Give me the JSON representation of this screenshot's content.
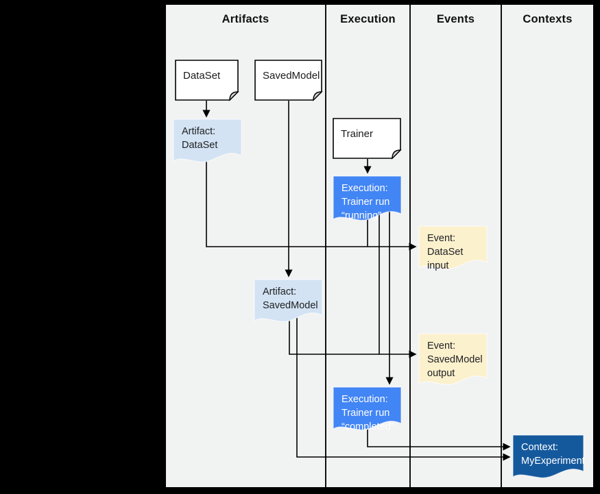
{
  "columns": {
    "artifacts": "Artifacts",
    "execution": "Execution",
    "events": "Events",
    "contexts": "Contexts"
  },
  "nodes": {
    "dataset": {
      "label": "DataSet",
      "kind": "note-card"
    },
    "savedmodel": {
      "label": "SavedModel",
      "kind": "note-card"
    },
    "trainer": {
      "label": "Trainer",
      "kind": "note-card"
    },
    "artifact_dataset": {
      "label": "Artifact:\nDataSet",
      "kind": "artifact"
    },
    "exec_running": {
      "label": "Execution:\nTrainer run\n“running”",
      "kind": "execution"
    },
    "event_dataset_input": {
      "label": "Event:\nDataSet input",
      "kind": "event"
    },
    "artifact_savedmodel": {
      "label": "Artifact:\nSavedModel",
      "kind": "artifact"
    },
    "event_savedmodel_output": {
      "label": "Event:\nSavedModel\noutput",
      "kind": "event"
    },
    "exec_completed": {
      "label": "Execution:\nTrainer run\n“completed”",
      "kind": "execution"
    },
    "context_myexperiment": {
      "label": "Context:\nMyExperiment",
      "kind": "context"
    }
  },
  "edges": [
    {
      "from": "dataset",
      "to": "artifact_dataset"
    },
    {
      "from": "trainer",
      "to": "exec_running"
    },
    {
      "from": "savedmodel",
      "to": "artifact_savedmodel"
    },
    {
      "from": "artifact_dataset",
      "to": "event_dataset_input"
    },
    {
      "from": "exec_running",
      "to": "event_dataset_input"
    },
    {
      "from": "exec_running",
      "to": "event_savedmodel_output"
    },
    {
      "from": "exec_running",
      "to": "exec_completed"
    },
    {
      "from": "artifact_savedmodel",
      "to": "event_savedmodel_output"
    },
    {
      "from": "artifact_savedmodel",
      "to": "context_myexperiment"
    },
    {
      "from": "exec_completed",
      "to": "context_myexperiment"
    }
  ],
  "colors": {
    "page_bg": "#000000",
    "canvas_bg": "#f1f2f2",
    "note_fill": "#ffffff",
    "note_fold": "#d8d8d8",
    "artifact": "#d3e3f3",
    "execution": "#4285f4",
    "event": "#fcf1cd",
    "context": "#15599d",
    "line": "#000000"
  }
}
